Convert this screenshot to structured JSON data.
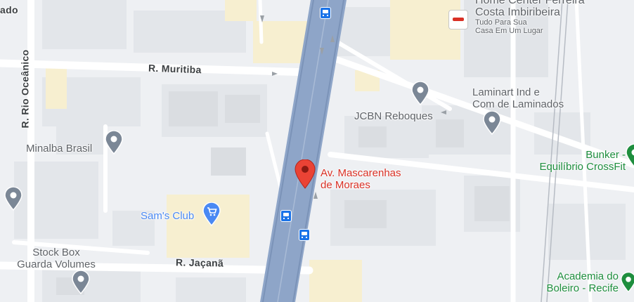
{
  "streets": {
    "muritiba": "R. Muritiba",
    "jacana": "R. Jaçanã",
    "rio_oceanico": "R. Rio Oceânico",
    "top_left_fragment": "ado"
  },
  "places": {
    "home_center_line1": "Home Center Ferreira",
    "home_center_line2": "Costa Imbiribeira",
    "home_center_tag1": "Tudo Para Sua",
    "home_center_tag2": "Casa Em Um Lugar",
    "laminart_line1": "Laminart Ind e",
    "laminart_line2": "Com de Laminados",
    "jcbn": "JCBN Reboques",
    "minalba": "Minalba Brasil",
    "bunker_line1": "Bunker -",
    "bunker_line2": "Equilíbrio CrossFit",
    "selected_line1": "Av. Mascarenhas",
    "selected_line2": "de Moraes",
    "sams_club": "Sam's Club",
    "stock_box_line1": "Stock Box",
    "stock_box_line2": "Guarda Volumes",
    "academia_line1": "Academia do",
    "academia_line2": "Boleiro - Recife"
  },
  "colors": {
    "background": "#eef0f3",
    "highway": "#8ea5c8",
    "selected_pin": "#ea4335",
    "poi_gray": "#7b8796",
    "poi_green": "#1e8e3e",
    "poi_blue": "#4a89f3",
    "transit": "#1a73e8"
  },
  "icons": [
    "map-pin-icon",
    "shopping-cart-icon",
    "bus-stop-icon",
    "store-logo-icon"
  ]
}
